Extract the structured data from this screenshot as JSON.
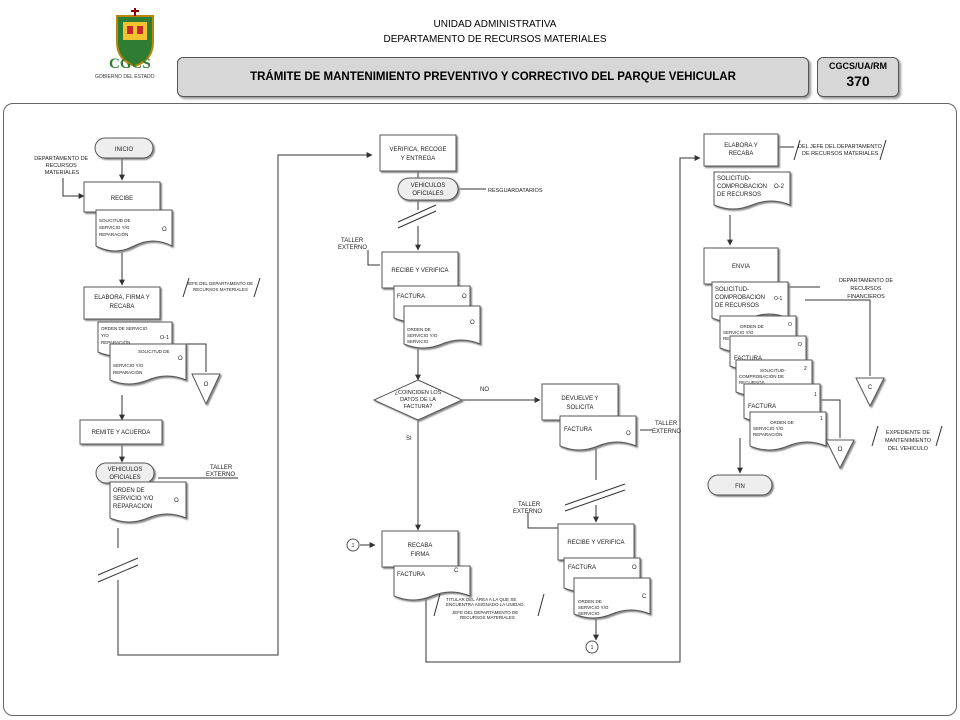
{
  "header": {
    "unit": "UNIDAD ADMINISTRATIVA",
    "department": "DEPARTAMENTO DE RECURSOS MATERIALES",
    "title": "TRÁMITE DE MANTENIMIENTO PREVENTIVO Y CORRECTIVO DEL PARQUE VEHICULAR",
    "code_label": "CGCS/UA/RM",
    "code_number": "370",
    "logo_text": "CGCS",
    "logo_subtext": "GOBIERNO DEL ESTADO"
  },
  "col1": {
    "inicio": "INICIO",
    "actor1": [
      "DEPARTAMENTO DE",
      "RECURSOS",
      "MATERIALES"
    ],
    "recibe": "RECIBE",
    "doc1": [
      "SOLICITUD DE",
      "SERVICIO Y/O",
      "REPARACIÓN"
    ],
    "doc1_mark": "O",
    "elabora": [
      "ELABORA, FIRMA Y",
      "RECABA"
    ],
    "note1": [
      "JEFE DEL DEPARTAMENTO DE",
      "RECURSOS MATERIALES"
    ],
    "doc2": [
      "ORDEN DE SERVICIO",
      "Y/O",
      "REPARACIÓN"
    ],
    "doc2_mark": "O-1",
    "doc3": [
      "SOLICITUD DE",
      "SERVICIO Y/O",
      "REPARACIÓN"
    ],
    "doc3_mark": "O",
    "archive1": "O",
    "remite": "REMITE Y ACUERDA",
    "vehiculos": [
      "VEHICULOS",
      "OFICIALES"
    ],
    "taller1": [
      "TALLER",
      "EXTERNO"
    ],
    "doc4": [
      "ORDEN DE",
      "SERVICIO Y/O",
      "REPARACION"
    ],
    "doc4_mark": "O"
  },
  "col2": {
    "verifica": [
      "VERIFICA, RECOGE",
      "Y ENTREGA"
    ],
    "vehiculos": [
      "VEHICULOS",
      "OFICIALES"
    ],
    "resguardatarios": "RESGUARDATARIOS",
    "taller": [
      "TALLER",
      "EXTERNO"
    ],
    "recibe_verifica": "RECIBE Y VERIFICA",
    "factura": "FACTURA",
    "factura_mark": "O",
    "doc_orden": [
      "ORDEN DE",
      "SERVICIO Y/O",
      "SERVICIO"
    ],
    "doc_orden_mark": "O",
    "decision": [
      "¿COINCIDEN LOS",
      "DATOS DE LA",
      "FACTURA?"
    ],
    "no": "NO",
    "si": "SI",
    "connector": "1",
    "recaba": [
      "RECABA",
      "FIRMA"
    ],
    "factura2": "FACTURA",
    "factura2_mark": "C",
    "notes": [
      "TITULAR DEL ÁREA A LA QUE SE",
      "ENCUENTRA ASIGNADO LA UNIDAD.",
      "JEFE DEL DEPARTAMENTO DE",
      "RECURSOS MATERIALES"
    ],
    "devuelve": [
      "DEVUELVE Y",
      "SOLICITA"
    ],
    "factura3": "FACTURA",
    "factura3_mark": "O",
    "taller2": [
      "TALLER",
      "EXTERNO"
    ],
    "taller3": [
      "TALLER",
      "EXTERNO"
    ],
    "recibe_verifica2": "RECIBE Y VERIFICA",
    "factura4": "FACTURA",
    "factura4_mark": "O",
    "doc_orden2": [
      "ORDEN DE",
      "SERVICIO Y/O",
      "SERVICIO"
    ],
    "doc_orden2_mark": "C",
    "connector2": "1"
  },
  "col3": {
    "elabora": [
      "ELABORA Y",
      "RECABA"
    ],
    "note": [
      "DEL JEFE DEL DEPARTAMENTO",
      "DE RECURSOS MATERIALES"
    ],
    "doc_solicitud": [
      "SOLICITUD-",
      "COMPROBACION",
      "DE RECURSOS"
    ],
    "doc_solicitud_mark": "O-2",
    "envia": "ENVIA",
    "dept_fin": [
      "DEPARTAMENTO DE",
      "RECURSOS",
      "FINANCIEROS"
    ],
    "stack": [
      {
        "lines": [
          "SOLICITUD-",
          "COMPROBACION",
          "DE RECURSOS"
        ],
        "mark": "O-1"
      },
      {
        "lines": [
          "ORDEN DE",
          "SERVICIO Y/O",
          "REPARACIÓN"
        ],
        "mark": "O"
      },
      {
        "lines": [
          "FACTURA"
        ],
        "mark": "O"
      },
      {
        "lines": [
          "SOLICITUD-",
          "COMPROBACIÓN DE",
          "RECURSOS"
        ],
        "mark": "2"
      },
      {
        "lines": [
          "FACTURA"
        ],
        "mark": "1"
      },
      {
        "lines": [
          "ORDEN DE",
          "SERVICIO Y/O",
          "REPARACIÓN"
        ],
        "mark": "1"
      }
    ],
    "archive_c": "C",
    "archive_o": "O",
    "expediente": [
      "EXPEDIENTE DE",
      "MANTENIMIENTO",
      "DEL VEHICULO"
    ],
    "fin": "FIN"
  }
}
